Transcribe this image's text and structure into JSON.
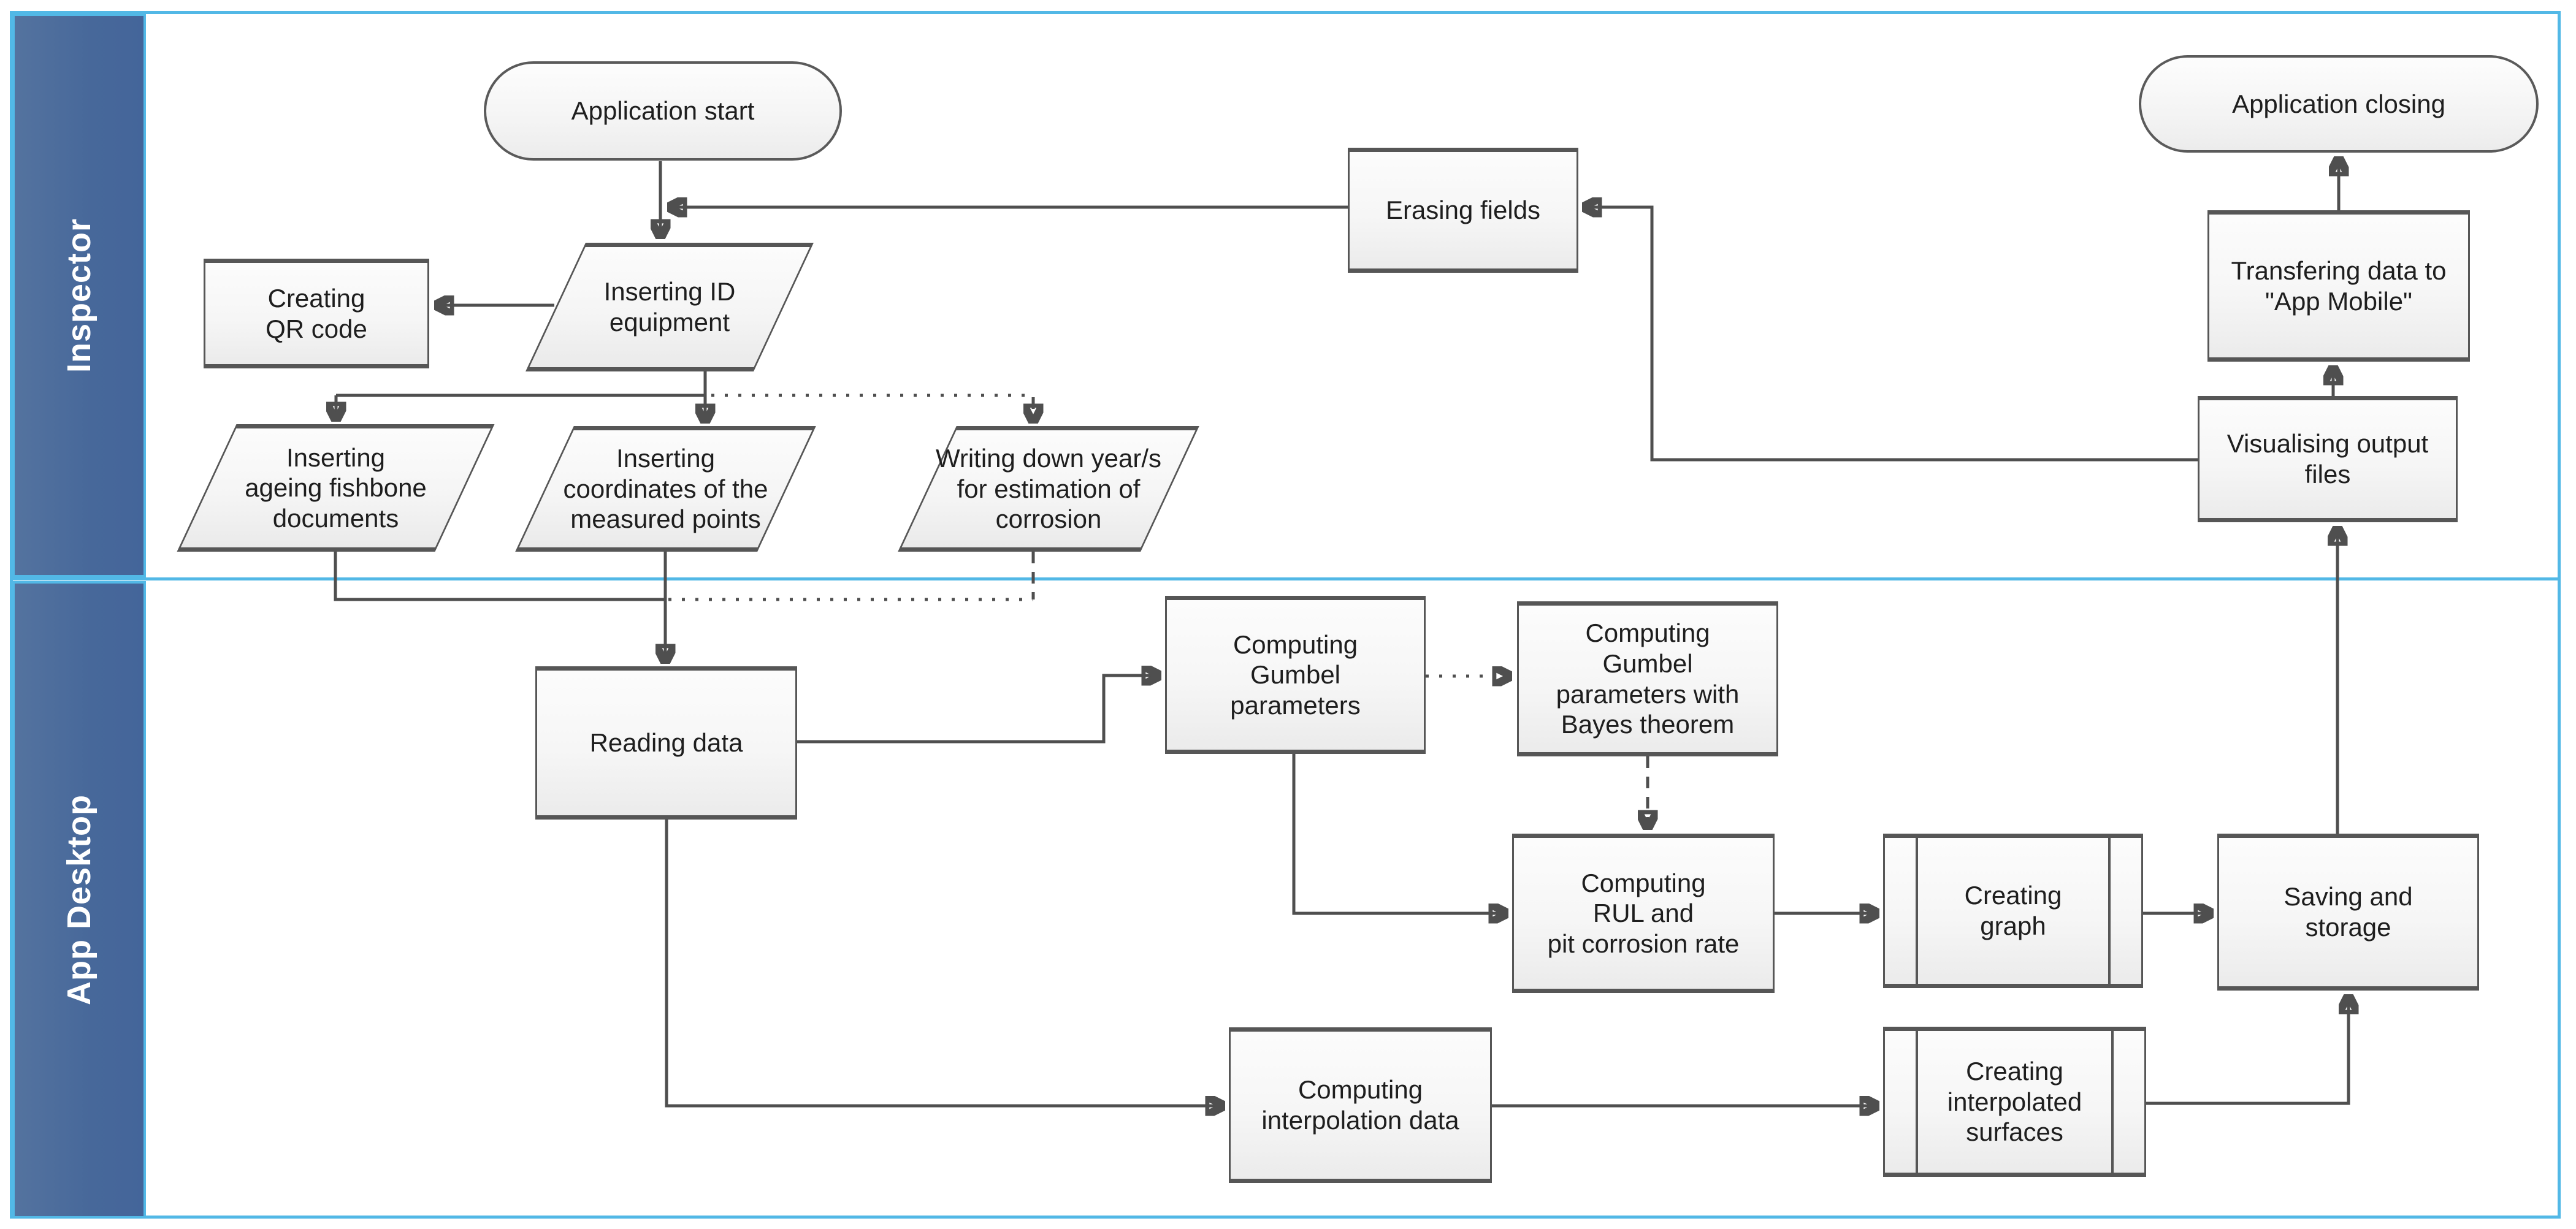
{
  "diagram_title": "Application workflow swimlane flowchart",
  "colors": {
    "frame_accent_blue": "#52b8e6",
    "lane_header_fill": "#49699b",
    "lane_header_text": "#ffffff",
    "shape_border_gray": "#565656",
    "connector_gray": "#4f4f4f",
    "shape_fill": "#f5f5f5"
  },
  "lanes": [
    {
      "label": "Inspector"
    },
    {
      "label": "App Desktop"
    }
  ],
  "nodes": {
    "application_start": {
      "label": "Application start",
      "shape": "terminator"
    },
    "creating_qr_code": {
      "label": "Creating\nQR code",
      "shape": "process"
    },
    "inserting_id_equipment": {
      "label": "Inserting ID\nequipment",
      "shape": "data"
    },
    "inserting_ageing_fishbone": {
      "label": "Inserting\nageing fishbone\ndocuments",
      "shape": "data"
    },
    "inserting_coordinates": {
      "label": "Inserting\ncoordinates of the\nmeasured points",
      "shape": "data"
    },
    "writing_down_years": {
      "label": "Writing down year/s\nfor estimation of\ncorrosion",
      "shape": "data"
    },
    "erasing_fields": {
      "label": "Erasing fields",
      "shape": "process"
    },
    "application_closing": {
      "label": "Application closing",
      "shape": "terminator"
    },
    "transfering_data": {
      "label": "Transfering data to\n\"App Mobile\"",
      "shape": "process"
    },
    "visualising_output": {
      "label": "Visualising output\nfiles",
      "shape": "process"
    },
    "reading_data": {
      "label": "Reading data",
      "shape": "process"
    },
    "computing_gumbel": {
      "label": "Computing\nGumbel\nparameters",
      "shape": "process"
    },
    "computing_gumbel_bayes": {
      "label": "Computing\nGumbel\nparameters with\nBayes theorem",
      "shape": "process"
    },
    "computing_rul": {
      "label": "Computing\nRUL and\npit corrosion rate",
      "shape": "process"
    },
    "creating_graph": {
      "label": "Creating\ngraph",
      "shape": "predefined-process"
    },
    "saving_storage": {
      "label": "Saving and\nstorage",
      "shape": "process"
    },
    "computing_interpolation": {
      "label": "Computing\ninterpolation data",
      "shape": "process"
    },
    "creating_surfaces": {
      "label": "Creating\ninterpolated\nsurfaces",
      "shape": "predefined-process"
    }
  }
}
